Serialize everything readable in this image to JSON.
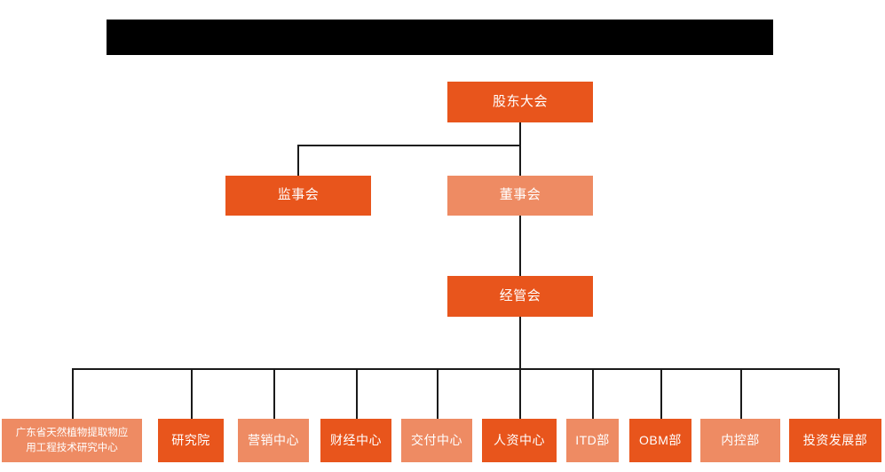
{
  "page": {
    "title_bar_redacted": true,
    "background_color": "#ffffff"
  },
  "colors": {
    "accent_dark": "#e8551c",
    "accent_light": "#ee8b63",
    "line": "#1a1a1a",
    "redaction": "#000000",
    "text_on_box": "#ffffff"
  },
  "org_chart": {
    "type": "organization-chart",
    "levels": [
      {
        "level": 1,
        "nodes": [
          {
            "id": "shareholders-meeting",
            "label": "股东大会",
            "tone": "dark"
          }
        ]
      },
      {
        "level": 2,
        "nodes": [
          {
            "id": "board-of-supervisors",
            "label": "监事会",
            "tone": "dark"
          },
          {
            "id": "board-of-directors",
            "label": "董事会",
            "tone": "light"
          }
        ]
      },
      {
        "level": 3,
        "nodes": [
          {
            "id": "management-committee",
            "label": "经管会",
            "tone": "dark"
          }
        ]
      },
      {
        "level": 4,
        "nodes": [
          {
            "id": "engineering-research-center",
            "label": "广东省天然植物提取物应用工程技术研究中心",
            "line1": "广东省天然植物提取物应",
            "line2": "用工程技术研究中心",
            "tone": "light"
          },
          {
            "id": "research-institute",
            "label": "研究院",
            "tone": "dark"
          },
          {
            "id": "marketing-center",
            "label": "营销中心",
            "tone": "light"
          },
          {
            "id": "finance-center",
            "label": "财经中心",
            "tone": "dark"
          },
          {
            "id": "delivery-center",
            "label": "交付中心",
            "tone": "light"
          },
          {
            "id": "hr-center",
            "label": "人资中心",
            "tone": "dark"
          },
          {
            "id": "itd-department",
            "label": "ITD部",
            "tone": "light"
          },
          {
            "id": "obm-department",
            "label": "OBM部",
            "tone": "dark"
          },
          {
            "id": "internal-control-department",
            "label": "内控部",
            "tone": "light"
          },
          {
            "id": "investment-development-department",
            "label": "投资发展部",
            "tone": "dark"
          }
        ]
      }
    ]
  }
}
